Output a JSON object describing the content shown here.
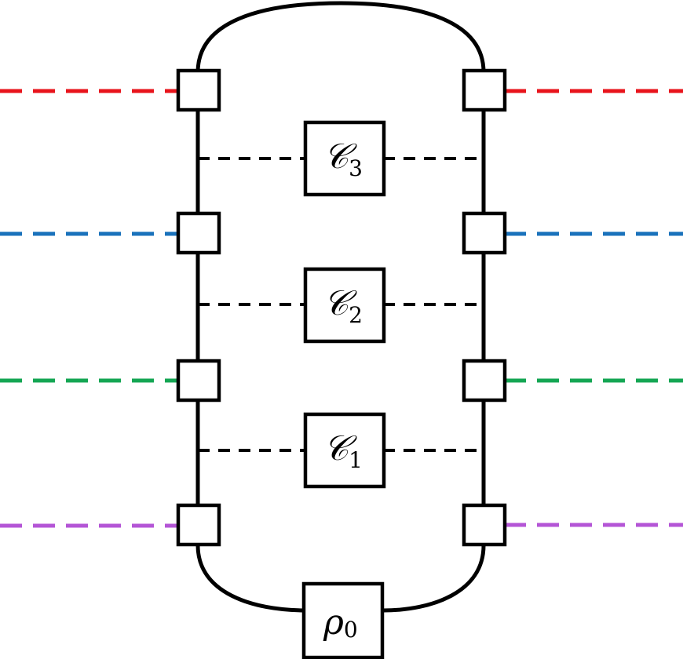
{
  "diagram": {
    "channels": [
      {
        "symbol": "𝒞",
        "index": "3"
      },
      {
        "symbol": "𝒞",
        "index": "2"
      },
      {
        "symbol": "𝒞",
        "index": "1"
      }
    ],
    "state": {
      "symbol": "ρ",
      "index": "0"
    },
    "leg_colors": [
      "#e8141c",
      "#1a72bb",
      "#14a653",
      "#b455d6"
    ],
    "link_color": "#000000",
    "frame_color": "#000000"
  }
}
